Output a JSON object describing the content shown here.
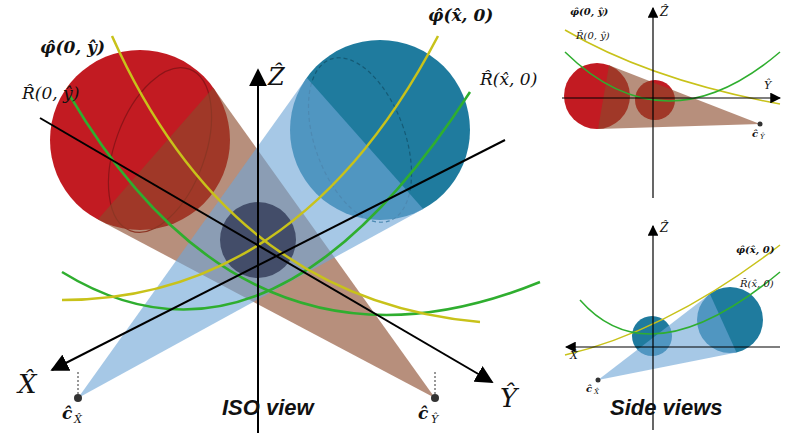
{
  "diagram": {
    "labels": [
      "φ̂(0, ŷ)",
      "Ẑ",
      "φ̂(x̂, 0)",
      "R̂(0, ŷ)",
      "R̂(x̂, 0)",
      "X̂",
      "ĉ",
      "X̂",
      "ĉ",
      "Ŷ",
      "Ŷ",
      "ISO view",
      "Side views",
      "φ̂(0, ŷ)",
      "Ẑ",
      "R̂(0, ŷ)",
      "Ŷ",
      "ĉ",
      "Ŷ",
      "Ẑ",
      "φ̂(x̂, 0)",
      "R̂(x̂, 0)",
      "X̂",
      "ĉ",
      "X̂"
    ]
  }
}
